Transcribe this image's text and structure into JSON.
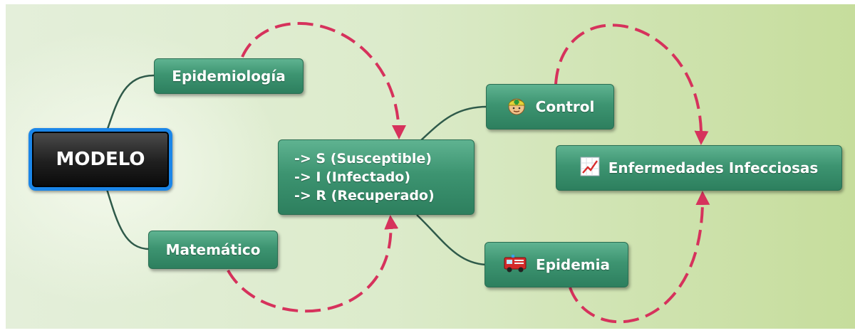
{
  "root": {
    "label": "MODELO"
  },
  "nodes": {
    "epidemiologia": {
      "label": "Epidemiología"
    },
    "matematico": {
      "label": "Matemático"
    },
    "sir": {
      "lines": [
        "-> S (Susceptible)",
        "-> I (Infectado)",
        "-> R (Recuperado)"
      ]
    },
    "control": {
      "label": "Control",
      "icon": "health-worker-icon"
    },
    "epidemia": {
      "label": "Epidemia",
      "icon": "fire-truck-icon"
    },
    "enfermedades": {
      "label": "Enfermedades Infecciosas",
      "icon": "chart-up-icon"
    }
  },
  "colors": {
    "topic_fill": "#3d9471",
    "branch_line": "#2f5a4a",
    "relation_line": "#d6325c",
    "root_border": "#1b86e8"
  }
}
